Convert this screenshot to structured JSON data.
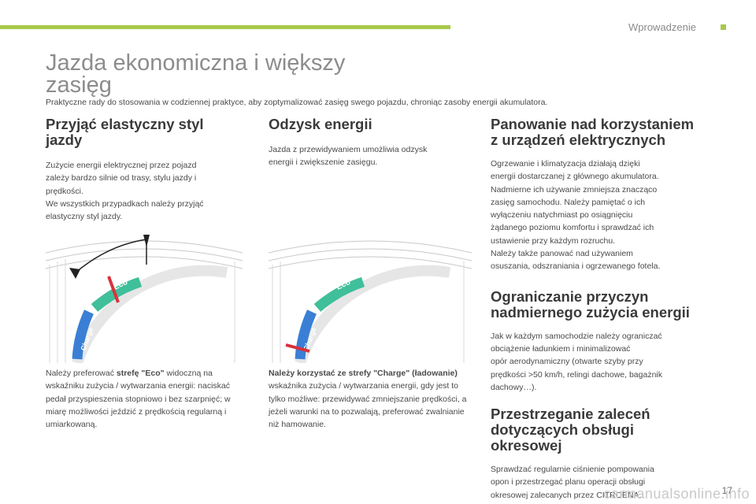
{
  "header": {
    "section": "Wprowadzenie"
  },
  "title": "Jazda ekonomiczna i większy zasięg",
  "intro": "Praktyczne rady do stosowania w codziennej praktyce, aby zoptymalizować zasięg swego pojazdu, chroniąc zasoby energii akumulatora.",
  "col1": {
    "heading": "Przyjąć elastyczny styl jazdy",
    "body": "Zużycie energii elektrycznej przez pojazd\nzależy bardzo silnie od trasy, stylu jazdy i\nprędkości.\nWe wszystkich przypadkach należy przyjąć\nelastyczny styl jazdy.",
    "caption_pre": "Należy preferować ",
    "caption_bold": "strefę \"Eco\"",
    "caption_post": " widoczną na wskaźniku zużycia / wytwarzania energii: naciskać pedał przyspieszenia stopniowo i bez szarpnięć; w miarę możliwości jeździć z prędkością regularną i umiarkowaną."
  },
  "col2": {
    "heading": "Odzysk energii",
    "body": "Jazda z przewidywaniem umożliwia odzysk\nenergii i zwiększenie zasięgu.",
    "caption_bold": "Należy korzystać ze strefy \"Charge\" (ładowanie)",
    "caption_post": " wskaźnika zużycia / wytwarzania energii, gdy jest to tylko możliwe: przewidywać zmniejszanie prędkości, a jeżeli warunki na to pozwalają, preferować zwalnianie niż hamowanie."
  },
  "col3": {
    "s1_heading": "Panowanie nad korzystaniem z urządzeń elektrycznych",
    "s1_body": "Ogrzewanie i klimatyzacja działają dzięki\nenergii dostarczanej z głównego akumulatora.\nNadmierne ich używanie zmniejsza znacząco\nzasięg samochodu. Należy pamiętać o ich\nwyłączeniu natychmiast po osiągnięciu\nżądanego poziomu komfortu i sprawdzać ich\nustawienie przy każdym rozruchu.\nNależy także panować nad używaniem\nosuszania, odszraniania i ogrzewanego fotela.",
    "s2_heading": "Ograniczanie przyczyn nadmiernego zużycia energii",
    "s2_body": "Jak w każdym samochodzie należy ograniczać\nobciążenie ładunkiem i minimalizować\nopór aerodynamiczny (otwarte szyby przy\nprędkości >50 km/h, relingi dachowe, bagażnik\ndachowy…).",
    "s3_heading": "Przestrzeganie zaleceń dotyczących obsługi okresowej",
    "s3_body": "Sprawdzać regularnie ciśnienie pompowania\nopon i przestrzegać planu operacji obsługi\nokresowej zalecanych przez CITROËNA."
  },
  "gauge": {
    "eco_label": "Eco",
    "charge_label": "Charge"
  },
  "colors": {
    "accent": "#a8c94a",
    "eco": "#3fbf9a",
    "charge": "#3a7fd5",
    "marker": "#d8323c"
  },
  "page_number": "17",
  "watermark": "carmanualsonline.info"
}
